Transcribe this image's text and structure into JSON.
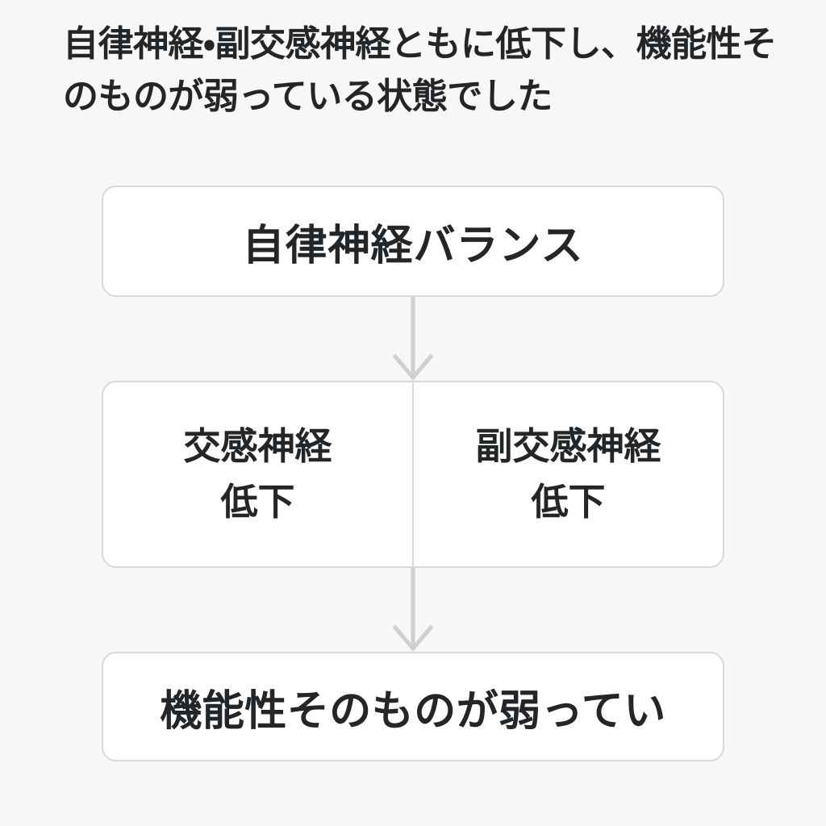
{
  "page": {
    "background_color": "#f7f7f7",
    "text_color": "#232629",
    "border_color": "#d8d8d8",
    "node_fill_color": "#ffffff",
    "arrow_color": "#cfcfcf"
  },
  "headline": {
    "text": "自律神経・副交感神経ともに低下し、機能性そのものが弱っている状態でした"
  },
  "flow": {
    "top_node": {
      "label": "自律神経バランス"
    },
    "arrow_1": {
      "icon": "arrow-down-icon",
      "direction": "down"
    },
    "split_node": {
      "left": {
        "line1": "交感神経",
        "line2": "低下"
      },
      "right": {
        "line1": "副交感神経",
        "line2": "低下"
      }
    },
    "arrow_2": {
      "icon": "arrow-down-icon",
      "direction": "down"
    },
    "bottom_node": {
      "label": "機能性そのものが弱ってい"
    }
  }
}
